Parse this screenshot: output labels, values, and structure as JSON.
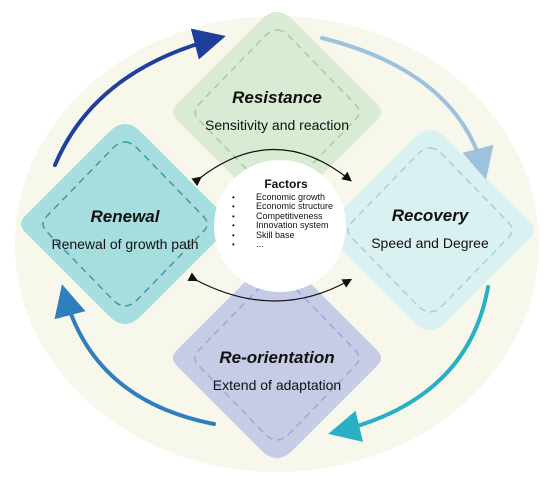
{
  "diagram": {
    "stages": [
      {
        "id": "resistance",
        "title": "Resistance",
        "subtitle": "Sensitivity and reaction",
        "color": "#d9ebd3",
        "dash": "#a6cca6"
      },
      {
        "id": "recovery",
        "title": "Recovery",
        "subtitle": "Speed and Degree",
        "color": "#daf1f2",
        "dash": "#a3cfe0"
      },
      {
        "id": "reorientation",
        "title": "Re-orientation",
        "subtitle": "Extend of adaptation",
        "color": "#c6cbe6",
        "dash": "#9ea6dd"
      },
      {
        "id": "renewal",
        "title": "Renewal",
        "subtitle": "Renewal of growth path",
        "color": "#a6dee0",
        "dash": "#3f9a9a"
      }
    ],
    "factors": {
      "title": "Factors",
      "items": [
        "Economic growth",
        "Economic structure",
        "Competitiveness",
        "Innovation system",
        "Skill base",
        "..."
      ]
    },
    "background_color": "#f7f7ec",
    "arrow_colors": {
      "top_left": "#1f3f9a",
      "top_right": "#9cc2dd",
      "bottom_right": "#2ab0c4",
      "bottom_left": "#2f7fbe",
      "inner": "#111111"
    }
  }
}
